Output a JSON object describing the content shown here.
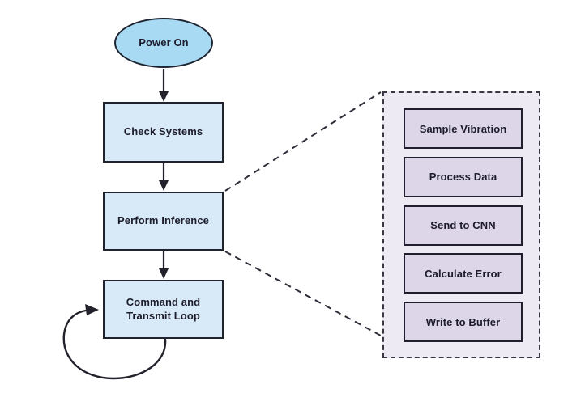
{
  "flowchart": {
    "nodes": [
      {
        "id": "power-on",
        "type": "terminator",
        "label": "Power On"
      },
      {
        "id": "check-systems",
        "type": "process",
        "label": "Check Systems"
      },
      {
        "id": "perform-inference",
        "type": "process",
        "label": "Perform Inference"
      },
      {
        "id": "command-transmit-loop",
        "type": "process",
        "label": "Command and Transmit Loop"
      }
    ],
    "edges": [
      {
        "from": "power-on",
        "to": "check-systems",
        "style": "solid-arrow"
      },
      {
        "from": "check-systems",
        "to": "perform-inference",
        "style": "solid-arrow"
      },
      {
        "from": "perform-inference",
        "to": "command-transmit-loop",
        "style": "solid-arrow"
      },
      {
        "from": "command-transmit-loop",
        "to": "command-transmit-loop",
        "style": "self-loop-arrow"
      },
      {
        "from": "perform-inference",
        "to": "detail-panel",
        "style": "dashed-expansion"
      }
    ],
    "detail_panel": {
      "expands_from": "perform-inference",
      "steps": [
        {
          "label": "Sample Vibration"
        },
        {
          "label": "Process Data"
        },
        {
          "label": "Send to CNN"
        },
        {
          "label": "Calculate Error"
        },
        {
          "label": "Write to Buffer"
        }
      ]
    },
    "colors": {
      "terminator_fill": "#a9daf3",
      "process_fill": "#d8eaf8",
      "panel_fill": "#edeaf4",
      "step_fill": "#ddd6e9",
      "stroke_dark": "#20222e",
      "text": "#1d1c2b",
      "background": "#ffffff"
    }
  }
}
